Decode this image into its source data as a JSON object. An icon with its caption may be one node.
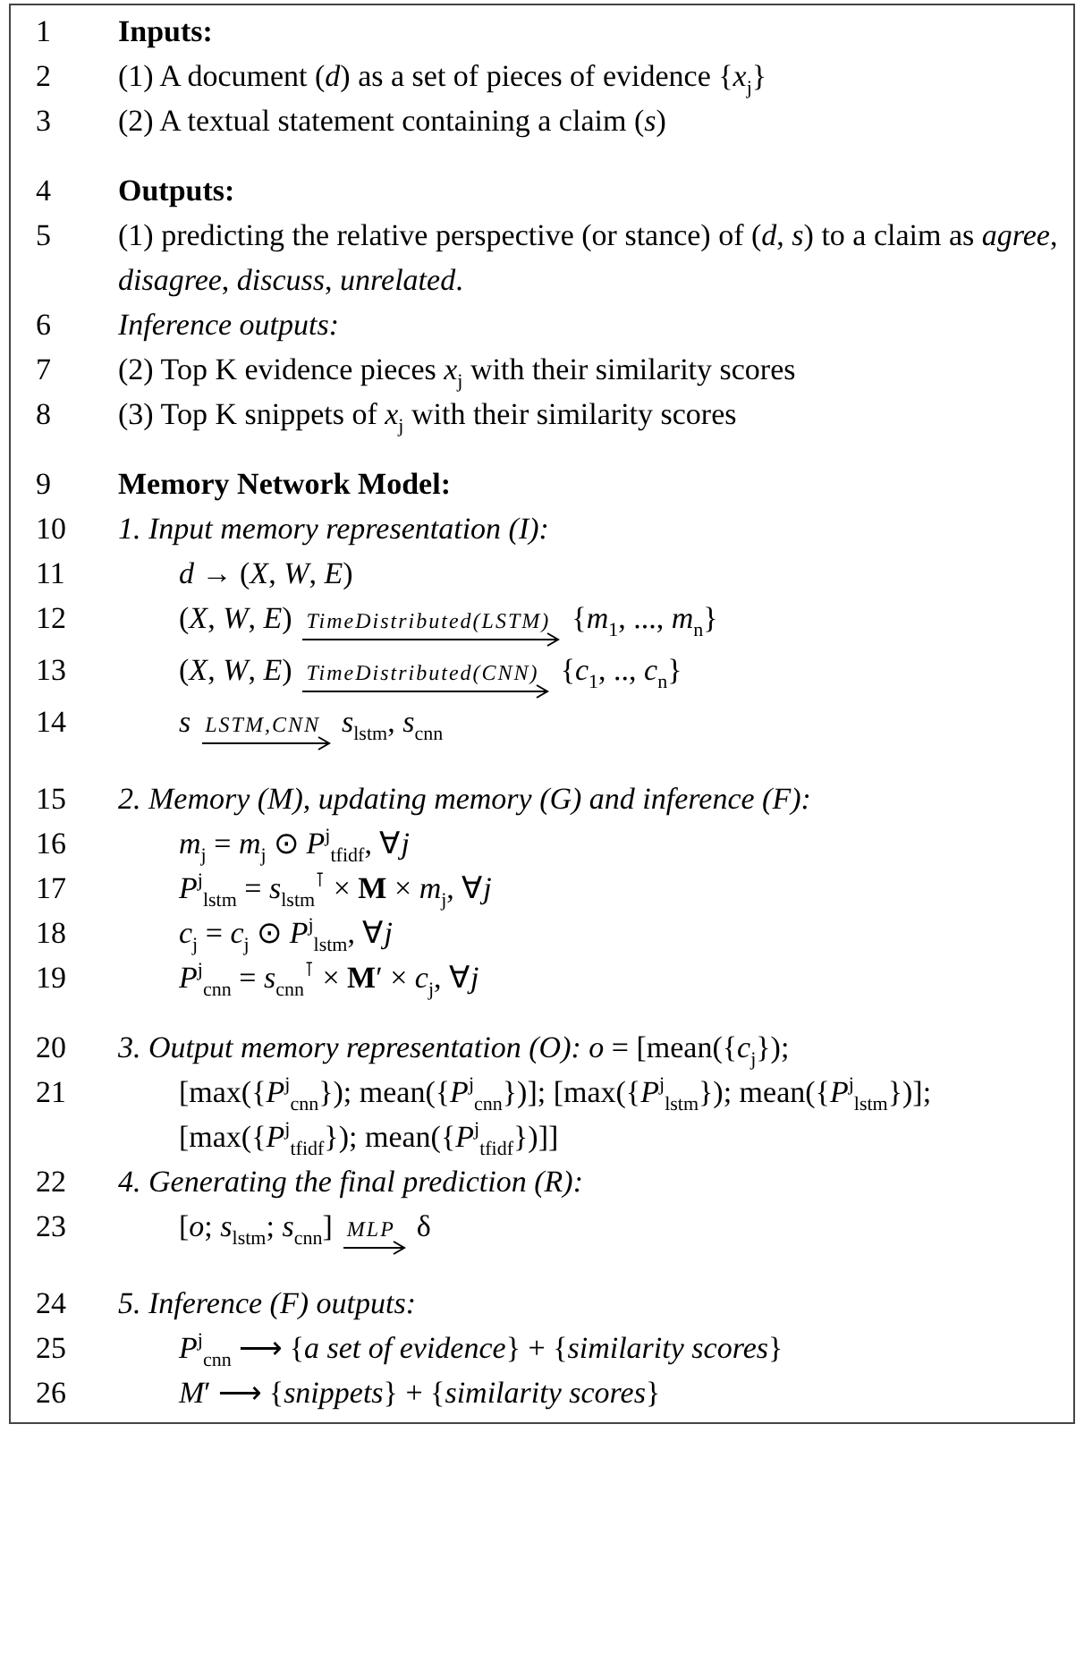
{
  "diagram": {
    "labels": [
      "1",
      "Inputs:",
      "2",
      "(1) A document (*d*) as a set of pieces of evidence {*x*$_{j}$}",
      "3",
      "(2) A textual statement containing a claim (*s*)",
      "4",
      "Outputs:",
      "5",
      "(1) predicting the relative perspective (or stance) of (*d*, *s*) to a claim as *agree*, *disagree*, *discuss*, *unrelated*.",
      "6",
      "Inference outputs:",
      "7",
      "(2) Top K evidence pieces *x*$_{j}$ with their similarity scores",
      "8",
      "(3) Top K snippets of *x*$_{j}$ with their similarity scores",
      "9",
      "Memory Network Model:",
      "10",
      "1. Input memory representation (I):",
      "11",
      "*d* → (*X*, *W*, *E*)",
      "12",
      "(*X*, *W*, *E*)",
      "TimeDistributed(LSTM)",
      "{*m*$_{1}$, ..., *m*$_{n}$}",
      "13",
      "(*X*, *W*, *E*)",
      "TimeDistributed(CNN)",
      "{*c*$_{1}$, .., *c*$_{n}$}",
      "14",
      "*s*",
      "LSTM,CNN",
      "*s*$_{lstm}$, *s*$_{cnn}$",
      "15",
      "2. Memory (M), updating memory (G) and inference (F):",
      "16",
      "*m*$_{j}$ = *m*$_{j}$ ⊙ *P*$^{j}$$_{tfidf}$, ∀*j*",
      "17",
      "*P*$^{j}$$_{lstm}$ = *s*$_{lstm}$$^{⊺}$ × **M** × *m*$_{j}$, ∀*j*",
      "18",
      "*c*$_{j}$ = *c*$_{j}$ ⊙ *P*$^{j}$$_{lstm}$, ∀*j*",
      "19",
      "*P*$^{j}$$_{cnn}$ = *s*$_{cnn}$$^{⊺}$ × **M**′ × *c*$_{j}$, ∀*j*",
      "20",
      "*3. Output memory representation (O):* *o* = [mean({*c*$_{j}$});",
      "21",
      "[max({*P*$^{j}$$_{cnn}$}); mean({*P*$^{j}$$_{cnn}$})]; [max({*P*$^{j}$$_{lstm}$}); mean({*P*$^{j}$$_{lstm}$})]; [max({*P*$^{j}$$_{tfidf}$}); mean({*P*$^{j}$$_{tfidf}$})]]",
      "22",
      "4. Generating the final prediction (R):",
      "23",
      "[*o*; *s*$_{lstm}$; *s*$_{cnn}$]",
      "MLP",
      "δ",
      "24",
      "5. Inference (F) outputs:",
      "25",
      "*P*$^{j}$$_{cnn}$ ⟶ {*a set of evidence*} + {*similarity scores*}",
      "26",
      "*M*′ ⟶ {*snippets*} + {*similarity scores*}"
    ]
  }
}
